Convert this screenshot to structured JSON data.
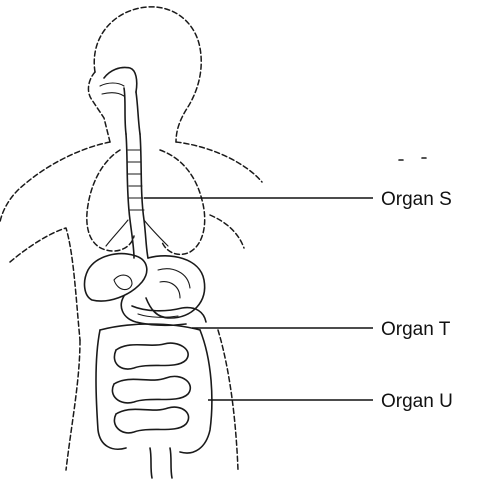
{
  "diagram": {
    "labels": [
      {
        "text": "Organ S"
      },
      {
        "text": "Organ T"
      },
      {
        "text": "Organ U"
      }
    ]
  }
}
